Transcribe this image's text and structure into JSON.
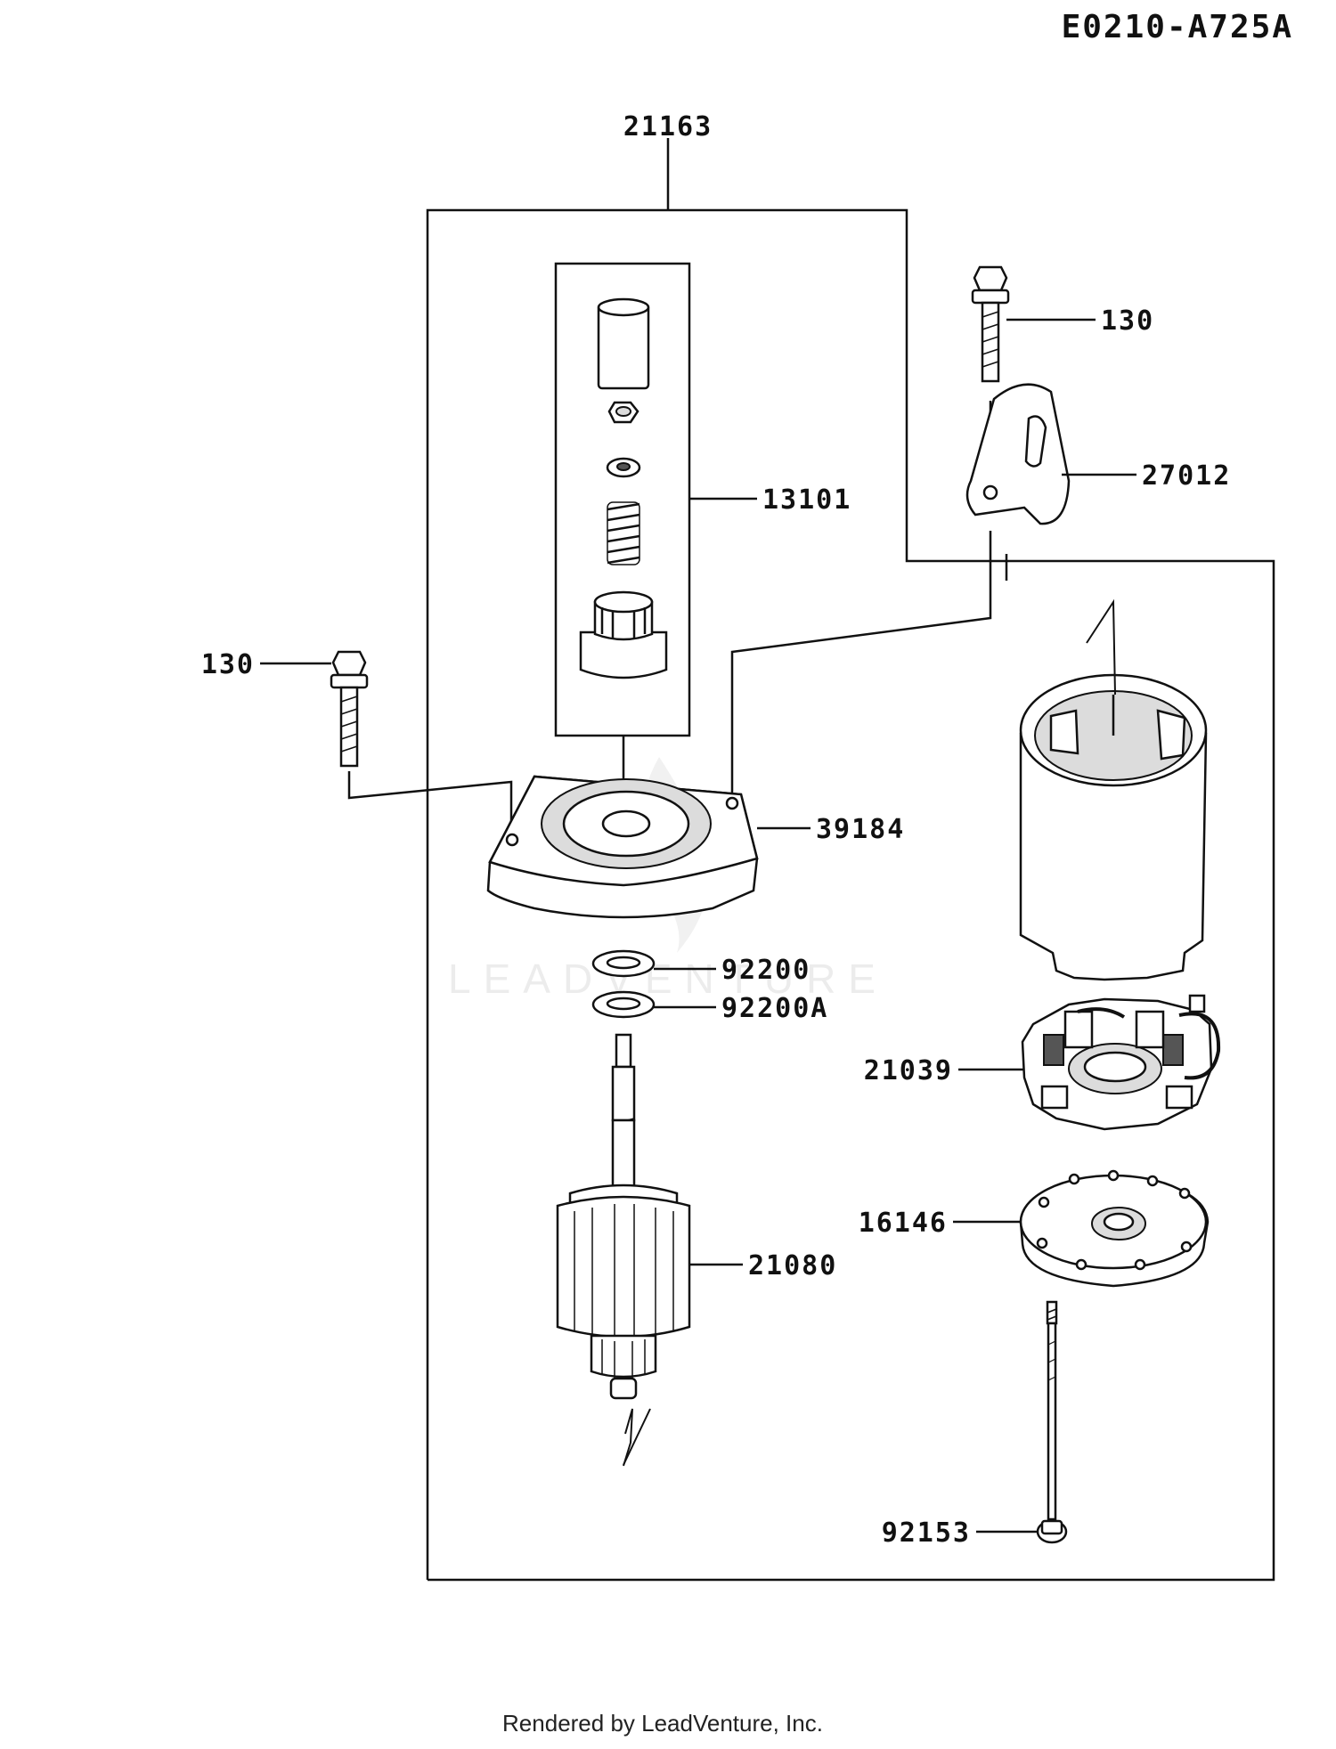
{
  "diagram_code": "E0210-A725A",
  "watermark": "LEADVENTURE",
  "credit": "Rendered by LeadVenture, Inc.",
  "callouts": {
    "assembly": "21163",
    "drive": "13101",
    "bolt_right": "130",
    "bracket": "27012",
    "bolt_left": "130",
    "end_cover": "39184",
    "washer_1": "92200",
    "washer_2": "92200A",
    "brush_holder": "21039",
    "plate": "16146",
    "armature": "21080",
    "through_bolt": "92153"
  }
}
